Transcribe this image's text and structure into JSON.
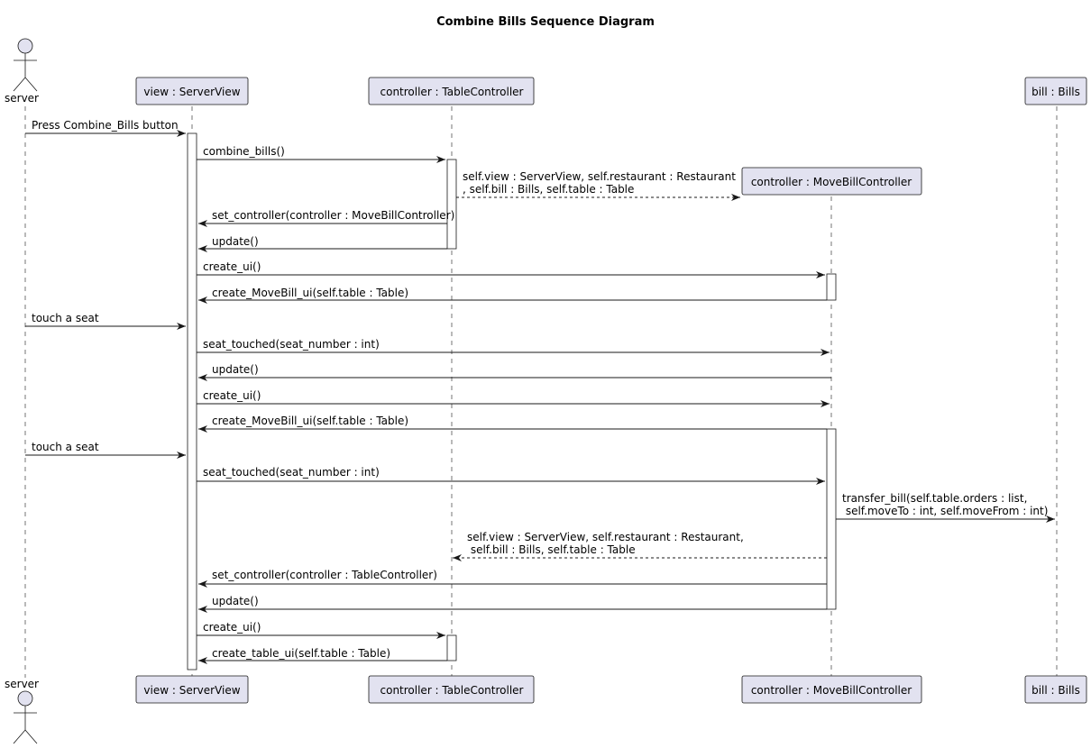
{
  "title": "Combine Bills Sequence Diagram",
  "participants": [
    {
      "id": "server",
      "label": "server",
      "kind": "actor"
    },
    {
      "id": "view",
      "label": "view : ServerView",
      "kind": "participant"
    },
    {
      "id": "tc",
      "label": "controller : TableController",
      "kind": "participant"
    },
    {
      "id": "mbc",
      "label": "controller : MoveBillController",
      "kind": "participant"
    },
    {
      "id": "bill",
      "label": "bill : Bills",
      "kind": "participant"
    }
  ],
  "messages": [
    {
      "from": "server",
      "to": "view",
      "lines": [
        "Press Combine_Bills button"
      ],
      "style": "solid"
    },
    {
      "from": "view",
      "to": "tc",
      "lines": [
        "combine_bills()"
      ],
      "style": "solid"
    },
    {
      "from": "tc",
      "to": "mbc",
      "lines": [
        "self.view : ServerView, self.restaurant : Restaurant",
        ", self.bill : Bills, self.table : Table"
      ],
      "style": "dashed",
      "create": true
    },
    {
      "from": "tc",
      "to": "view",
      "lines": [
        "set_controller(controller : MoveBillController)"
      ],
      "style": "solid"
    },
    {
      "from": "tc",
      "to": "view",
      "lines": [
        "update()"
      ],
      "style": "solid"
    },
    {
      "from": "view",
      "to": "mbc",
      "lines": [
        "create_ui()"
      ],
      "style": "solid"
    },
    {
      "from": "mbc",
      "to": "view",
      "lines": [
        "create_MoveBill_ui(self.table : Table)"
      ],
      "style": "solid"
    },
    {
      "from": "server",
      "to": "view",
      "lines": [
        "touch a seat"
      ],
      "style": "solid"
    },
    {
      "from": "view",
      "to": "mbc",
      "lines": [
        "seat_touched(seat_number : int)"
      ],
      "style": "solid"
    },
    {
      "from": "mbc",
      "to": "view",
      "lines": [
        "update()"
      ],
      "style": "solid"
    },
    {
      "from": "view",
      "to": "mbc",
      "lines": [
        "create_ui()"
      ],
      "style": "solid"
    },
    {
      "from": "mbc",
      "to": "view",
      "lines": [
        "create_MoveBill_ui(self.table : Table)"
      ],
      "style": "solid"
    },
    {
      "from": "server",
      "to": "view",
      "lines": [
        "touch a seat"
      ],
      "style": "solid"
    },
    {
      "from": "view",
      "to": "mbc",
      "lines": [
        "seat_touched(seat_number : int)"
      ],
      "style": "solid"
    },
    {
      "from": "mbc",
      "to": "bill",
      "lines": [
        "transfer_bill(self.table.orders : list,",
        " self.moveTo : int, self.moveFrom : int)"
      ],
      "style": "solid"
    },
    {
      "from": "mbc",
      "to": "tc",
      "lines": [
        "self.view : ServerView, self.restaurant : Restaurant,",
        " self.bill : Bills, self.table : Table"
      ],
      "style": "dashed"
    },
    {
      "from": "mbc",
      "to": "view",
      "lines": [
        "set_controller(controller : TableController)"
      ],
      "style": "solid"
    },
    {
      "from": "mbc",
      "to": "view",
      "lines": [
        "update()"
      ],
      "style": "solid"
    },
    {
      "from": "view",
      "to": "tc",
      "lines": [
        "create_ui()"
      ],
      "style": "solid"
    },
    {
      "from": "tc",
      "to": "view",
      "lines": [
        "create_table_ui(self.table : Table)"
      ],
      "style": "solid"
    }
  ],
  "colors": {
    "participant_fill": "#E2E2F0",
    "line": "#181818",
    "activation_fill": "#FFFFFF",
    "background": "#FFFFFF"
  }
}
